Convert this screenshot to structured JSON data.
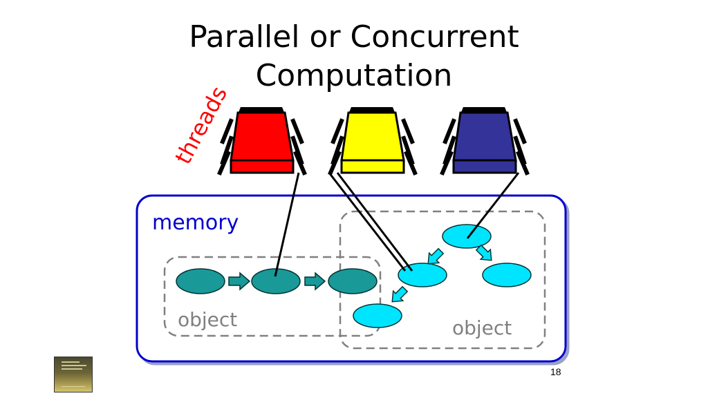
{
  "slide": {
    "title_line_1": "Parallel or Concurrent",
    "title_line_2": "Computation",
    "number": "18"
  },
  "diagram": {
    "threads_label": "threads",
    "memory_label": "memory",
    "object_left_label": "object",
    "object_right_label": "object"
  },
  "colors": {
    "thread_red": "#ff0000",
    "thread_yellow": "#ffff00",
    "thread_blue": "#333399",
    "memory_border": "#0000cc",
    "teal_node": "#1a9999",
    "cyan_node": "#00e5ff",
    "object_border": "#808080",
    "threads_text": "#ff0000",
    "memory_text": "#0000cc"
  }
}
